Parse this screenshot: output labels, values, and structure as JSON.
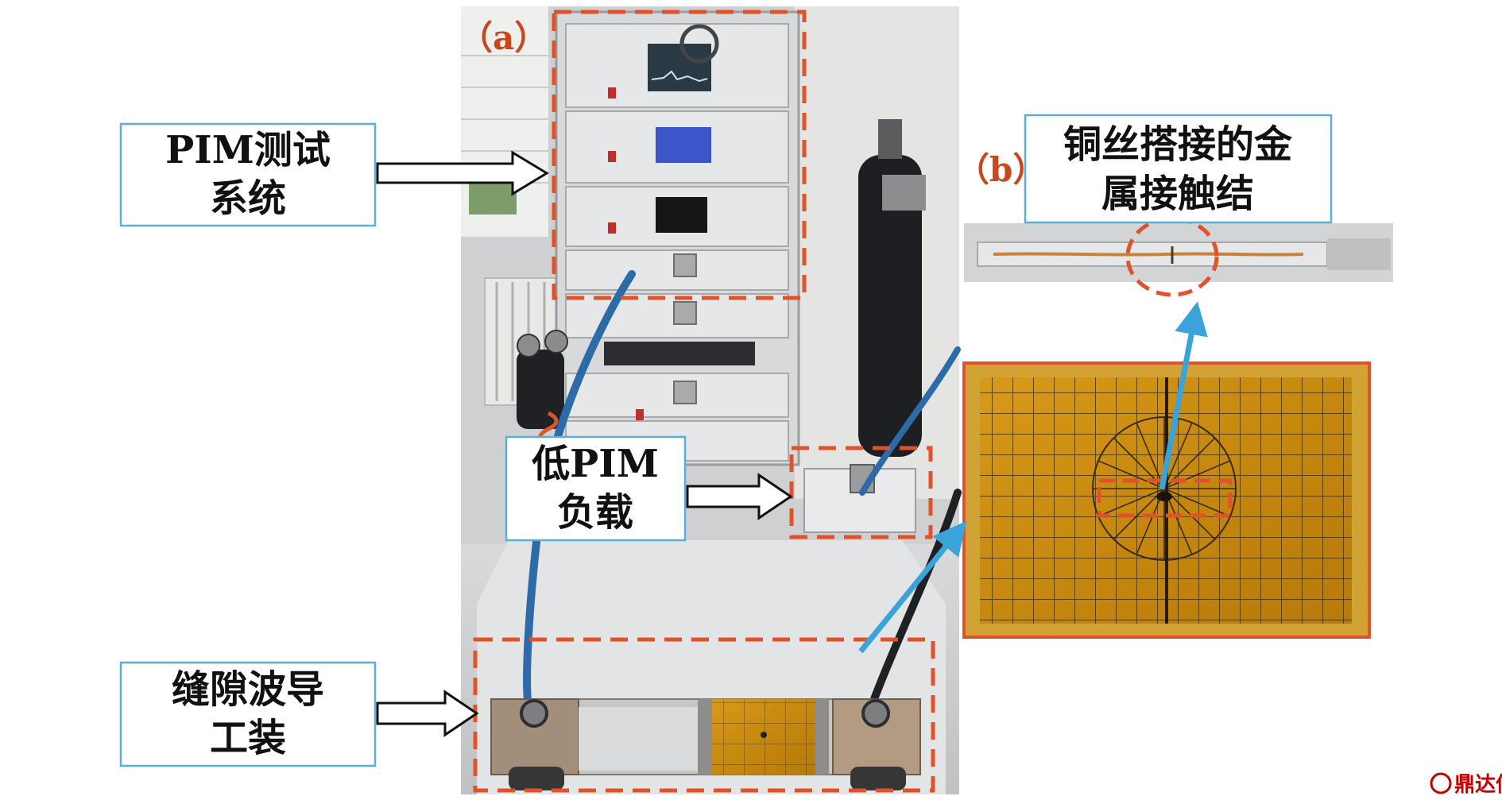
{
  "labels": {
    "pim_system": [
      "PIM测试",
      "系统"
    ],
    "low_pim_load": [
      "低PIM",
      "负载"
    ],
    "gap_waveguide": [
      "缝隙波导",
      "工装"
    ],
    "copper_junction": [
      "铜丝搭接的金",
      "属接触结"
    ]
  },
  "panels": {
    "a": "（a）",
    "b": "（b）"
  },
  "watermark": "鼎达信",
  "colors": {
    "dashed_box": "#e0532a",
    "label_border": "#5aaed8",
    "leader_arrow": "#3aa3d9",
    "panel_text": "#c8481e",
    "kapton": "#c98a10"
  }
}
